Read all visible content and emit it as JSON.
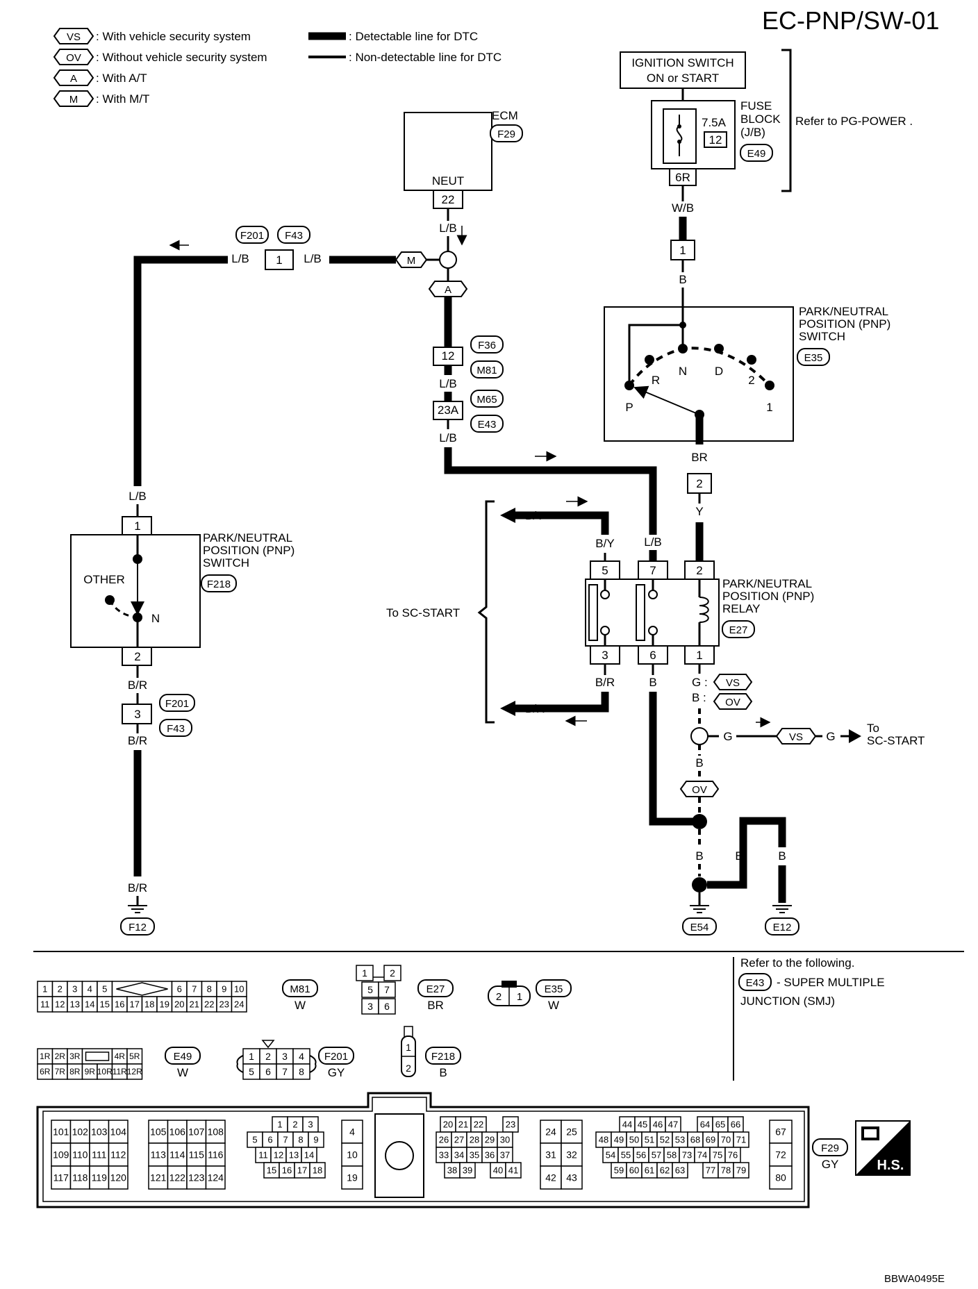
{
  "page_title": "EC-PNP/SW-01",
  "figure_code": "BBWA0495E",
  "legend": {
    "vs": {
      "tag": "VS",
      "text": ": With vehicle security system"
    },
    "ov": {
      "tag": "OV",
      "text": ": Without vehicle security system"
    },
    "a": {
      "tag": "A",
      "text": ": With A/T"
    },
    "m": {
      "tag": "M",
      "text": ": With M/T"
    },
    "detectable": ": Detectable line for DTC",
    "non_detectable": ": Non-detectable line for DTC"
  },
  "ignition": {
    "line1": "IGNITION SWITCH",
    "line2": "ON or START"
  },
  "fuse": {
    "label1": "FUSE",
    "label2": "BLOCK",
    "label3": "(J/B)",
    "amp": "7.5A",
    "num": "12",
    "conn": "E49",
    "terminal": "6R",
    "refer": "Refer to  PG-POWER ."
  },
  "ecm": {
    "label": "ECM",
    "conn": "F29",
    "pin_label": "NEUT",
    "pin": "22"
  },
  "wires": {
    "lb": "L/B",
    "wb": "W/B",
    "b": "B",
    "br": "BR",
    "y": "Y",
    "by": "B/Y",
    "bra": "B/R",
    "g": "G",
    "g_colon": "G :",
    "b_colon": "B :"
  },
  "joints": {
    "f201": "F201",
    "f43": "F43",
    "f36": "F36",
    "m81": "M81",
    "m65": "M65",
    "e43": "E43",
    "j_pin1": "1",
    "j_pin12": "12",
    "j_pin23a": "23A",
    "j_pin3": "3",
    "e_pin1": "1",
    "e_pin2": "2"
  },
  "pnp_switch_e35": {
    "title1": "PARK/NEUTRAL",
    "title2": "POSITION (PNP)",
    "title3": "SWITCH",
    "conn": "E35",
    "pos_r": "R",
    "pos_n": "N",
    "pos_d": "D",
    "pos_2": "2",
    "pos_p": "P",
    "pos_1": "1"
  },
  "pnp_switch_f218": {
    "title1": "PARK/NEUTRAL",
    "title2": "POSITION (PNP)",
    "title3": "SWITCH",
    "conn": "F218",
    "other": "OTHER",
    "n": "N",
    "pin_top": "1",
    "pin_bottom": "2"
  },
  "relay": {
    "title1": "PARK/NEUTRAL",
    "title2": "POSITION (PNP)",
    "title3": "RELAY",
    "conn": "E27",
    "pins_top": [
      "5",
      "7",
      "2"
    ],
    "pins_bottom": [
      "3",
      "6",
      "1"
    ]
  },
  "to_sc_start": "To SC-START",
  "to_sc_start_r1": "To",
  "to_sc_start_r2": "SC-START",
  "grounds": {
    "f12": "F12",
    "e54": "E54",
    "e12": "E12"
  },
  "refer_box": {
    "line1": "Refer to the following.",
    "conn": "E43",
    "line2": "- SUPER MULTIPLE",
    "line3": "JUNCTION (SMJ)"
  },
  "connectors": {
    "m81": {
      "name": "M81",
      "color": "W",
      "row1_left": [
        "1",
        "2",
        "3",
        "4",
        "5"
      ],
      "row1_right": [
        "6",
        "7",
        "8",
        "9",
        "10"
      ],
      "row2": [
        "11",
        "12",
        "13",
        "14",
        "15",
        "16",
        "17",
        "18",
        "19",
        "20",
        "21",
        "22",
        "23",
        "24"
      ]
    },
    "e27": {
      "name": "E27",
      "color": "BR",
      "top": [
        "1",
        "2"
      ],
      "mid": [
        "5",
        "7"
      ],
      "bot": [
        "3",
        "6"
      ]
    },
    "e35": {
      "name": "E35",
      "color": "W",
      "pins": [
        "2",
        "1"
      ]
    },
    "e49": {
      "name": "E49",
      "color": "W",
      "row1_left": [
        "1R",
        "2R",
        "3R"
      ],
      "row1_right": [
        "4R",
        "5R"
      ],
      "row2": [
        "6R",
        "7R",
        "8R",
        "9R",
        "10R",
        "11R",
        "12R"
      ]
    },
    "f201": {
      "name": "F201",
      "color": "GY",
      "row1": [
        "1",
        "2",
        "3",
        "4"
      ],
      "row2": [
        "5",
        "6",
        "7",
        "8"
      ]
    },
    "f218": {
      "name": "F218",
      "color": "B",
      "pins": [
        "1",
        "2"
      ]
    },
    "f29": {
      "name": "F29",
      "color": "GY",
      "hs": "H.S.",
      "b1": [
        [
          "101",
          "102",
          "103",
          "104"
        ],
        [
          "109",
          "110",
          "111",
          "112"
        ],
        [
          "117",
          "118",
          "119",
          "120"
        ]
      ],
      "b2": [
        [
          "105",
          "106",
          "107",
          "108"
        ],
        [
          "113",
          "114",
          "115",
          "116"
        ],
        [
          "121",
          "122",
          "123",
          "124"
        ]
      ],
      "b3": [
        [
          "1",
          "2",
          "3"
        ],
        [
          "5",
          "6",
          "7",
          "8",
          "9"
        ],
        [
          "11",
          "12",
          "13",
          "14"
        ],
        [
          "15",
          "16",
          "17",
          "18"
        ]
      ],
      "b4": [
        "4",
        "10",
        "19"
      ],
      "b5": [
        [
          "20",
          "21",
          "22",
          "23"
        ],
        [
          "26",
          "27",
          "28",
          "29",
          "30"
        ],
        [
          "33",
          "34",
          "35",
          "36",
          "37"
        ],
        [
          "38",
          "39",
          "40",
          "41"
        ]
      ],
      "b6": [
        [
          "24",
          "25"
        ],
        [
          "31",
          "32"
        ],
        [
          "42",
          "43"
        ]
      ],
      "b7": [
        [
          "44",
          "45",
          "46",
          "47",
          "64",
          "65",
          "66"
        ],
        [
          "48",
          "49",
          "50",
          "51",
          "52",
          "53",
          "68",
          "69",
          "70",
          "71"
        ],
        [
          "54",
          "55",
          "56",
          "57",
          "58",
          "73",
          "74",
          "75",
          "76"
        ],
        [
          "59",
          "60",
          "61",
          "62",
          "63",
          "77",
          "78",
          "79"
        ]
      ],
      "b8": [
        "67",
        "72",
        "80"
      ]
    }
  }
}
